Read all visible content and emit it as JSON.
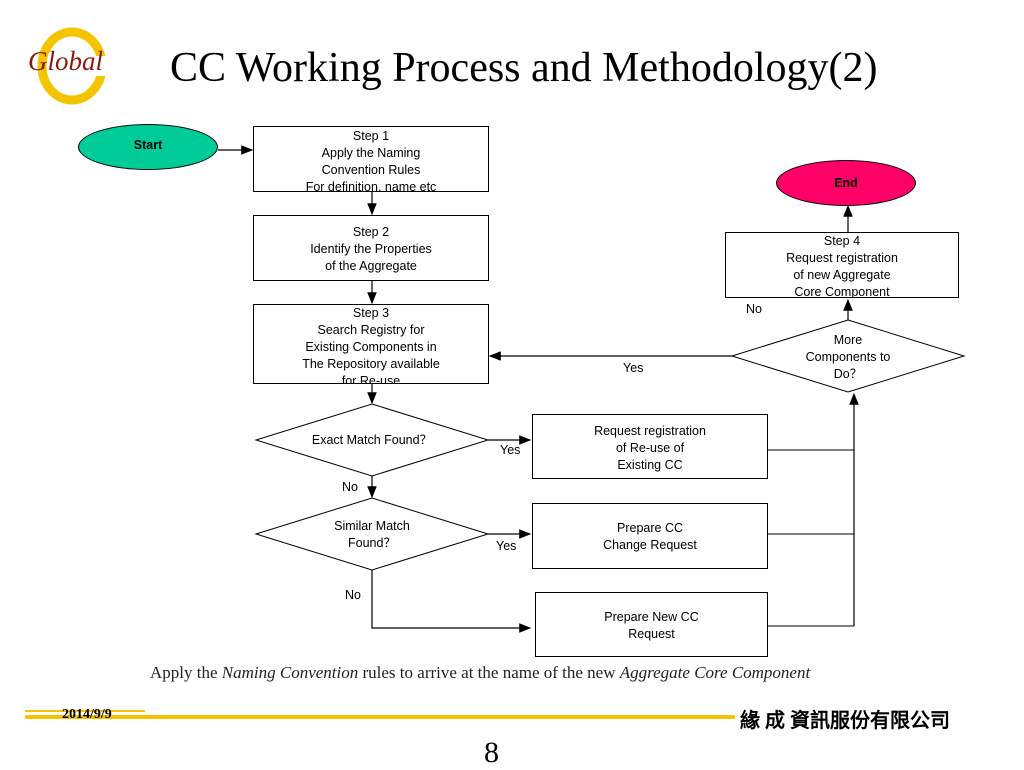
{
  "slide": {
    "title": "CC Working Process and Methodology(2)",
    "logo_text": "Global",
    "date": "2014/9/9",
    "brand": "緣 成 資訊服份有限公司",
    "page_number": "8",
    "caption_parts": [
      "Apply the ",
      "Naming Convention",
      " rules to arrive at the name of the new ",
      "Aggregate Core Component"
    ]
  },
  "flow": {
    "start": "Start",
    "end": "End",
    "step1": [
      "Step 1",
      "Apply the Naming",
      "Convention Rules",
      "For definition, name etc"
    ],
    "step2": [
      "Step 2",
      "Identify the Properties",
      "of the Aggregate"
    ],
    "step3": [
      "Step 3",
      "Search Registry for",
      "Existing Components in",
      "The Repository available",
      "for Re-use"
    ],
    "step4": [
      "Step 4",
      "Request registration",
      "of new Aggregate",
      "Core Component"
    ],
    "exact_match": "Exact Match Found？",
    "similar_match": [
      "Similar Match",
      "Found？"
    ],
    "more_components": [
      "More",
      "Components to",
      "Do？"
    ],
    "reuse_box": [
      "Request registration",
      "of Re-use of",
      "Existing CC"
    ],
    "change_box": [
      "Prepare CC",
      "Change Request"
    ],
    "new_box": [
      "Prepare New CC",
      "Request"
    ],
    "labels": {
      "yes_exact": "Yes",
      "no_exact": "No",
      "yes_similar": "Yes",
      "no_similar": "No",
      "yes_more": "Yes",
      "no_more": "No"
    }
  },
  "colors": {
    "start_fill": "#00cc99",
    "end_fill": "#ff0066",
    "accent_line": "#f5c400",
    "logo_color": "#8a1a0e"
  }
}
